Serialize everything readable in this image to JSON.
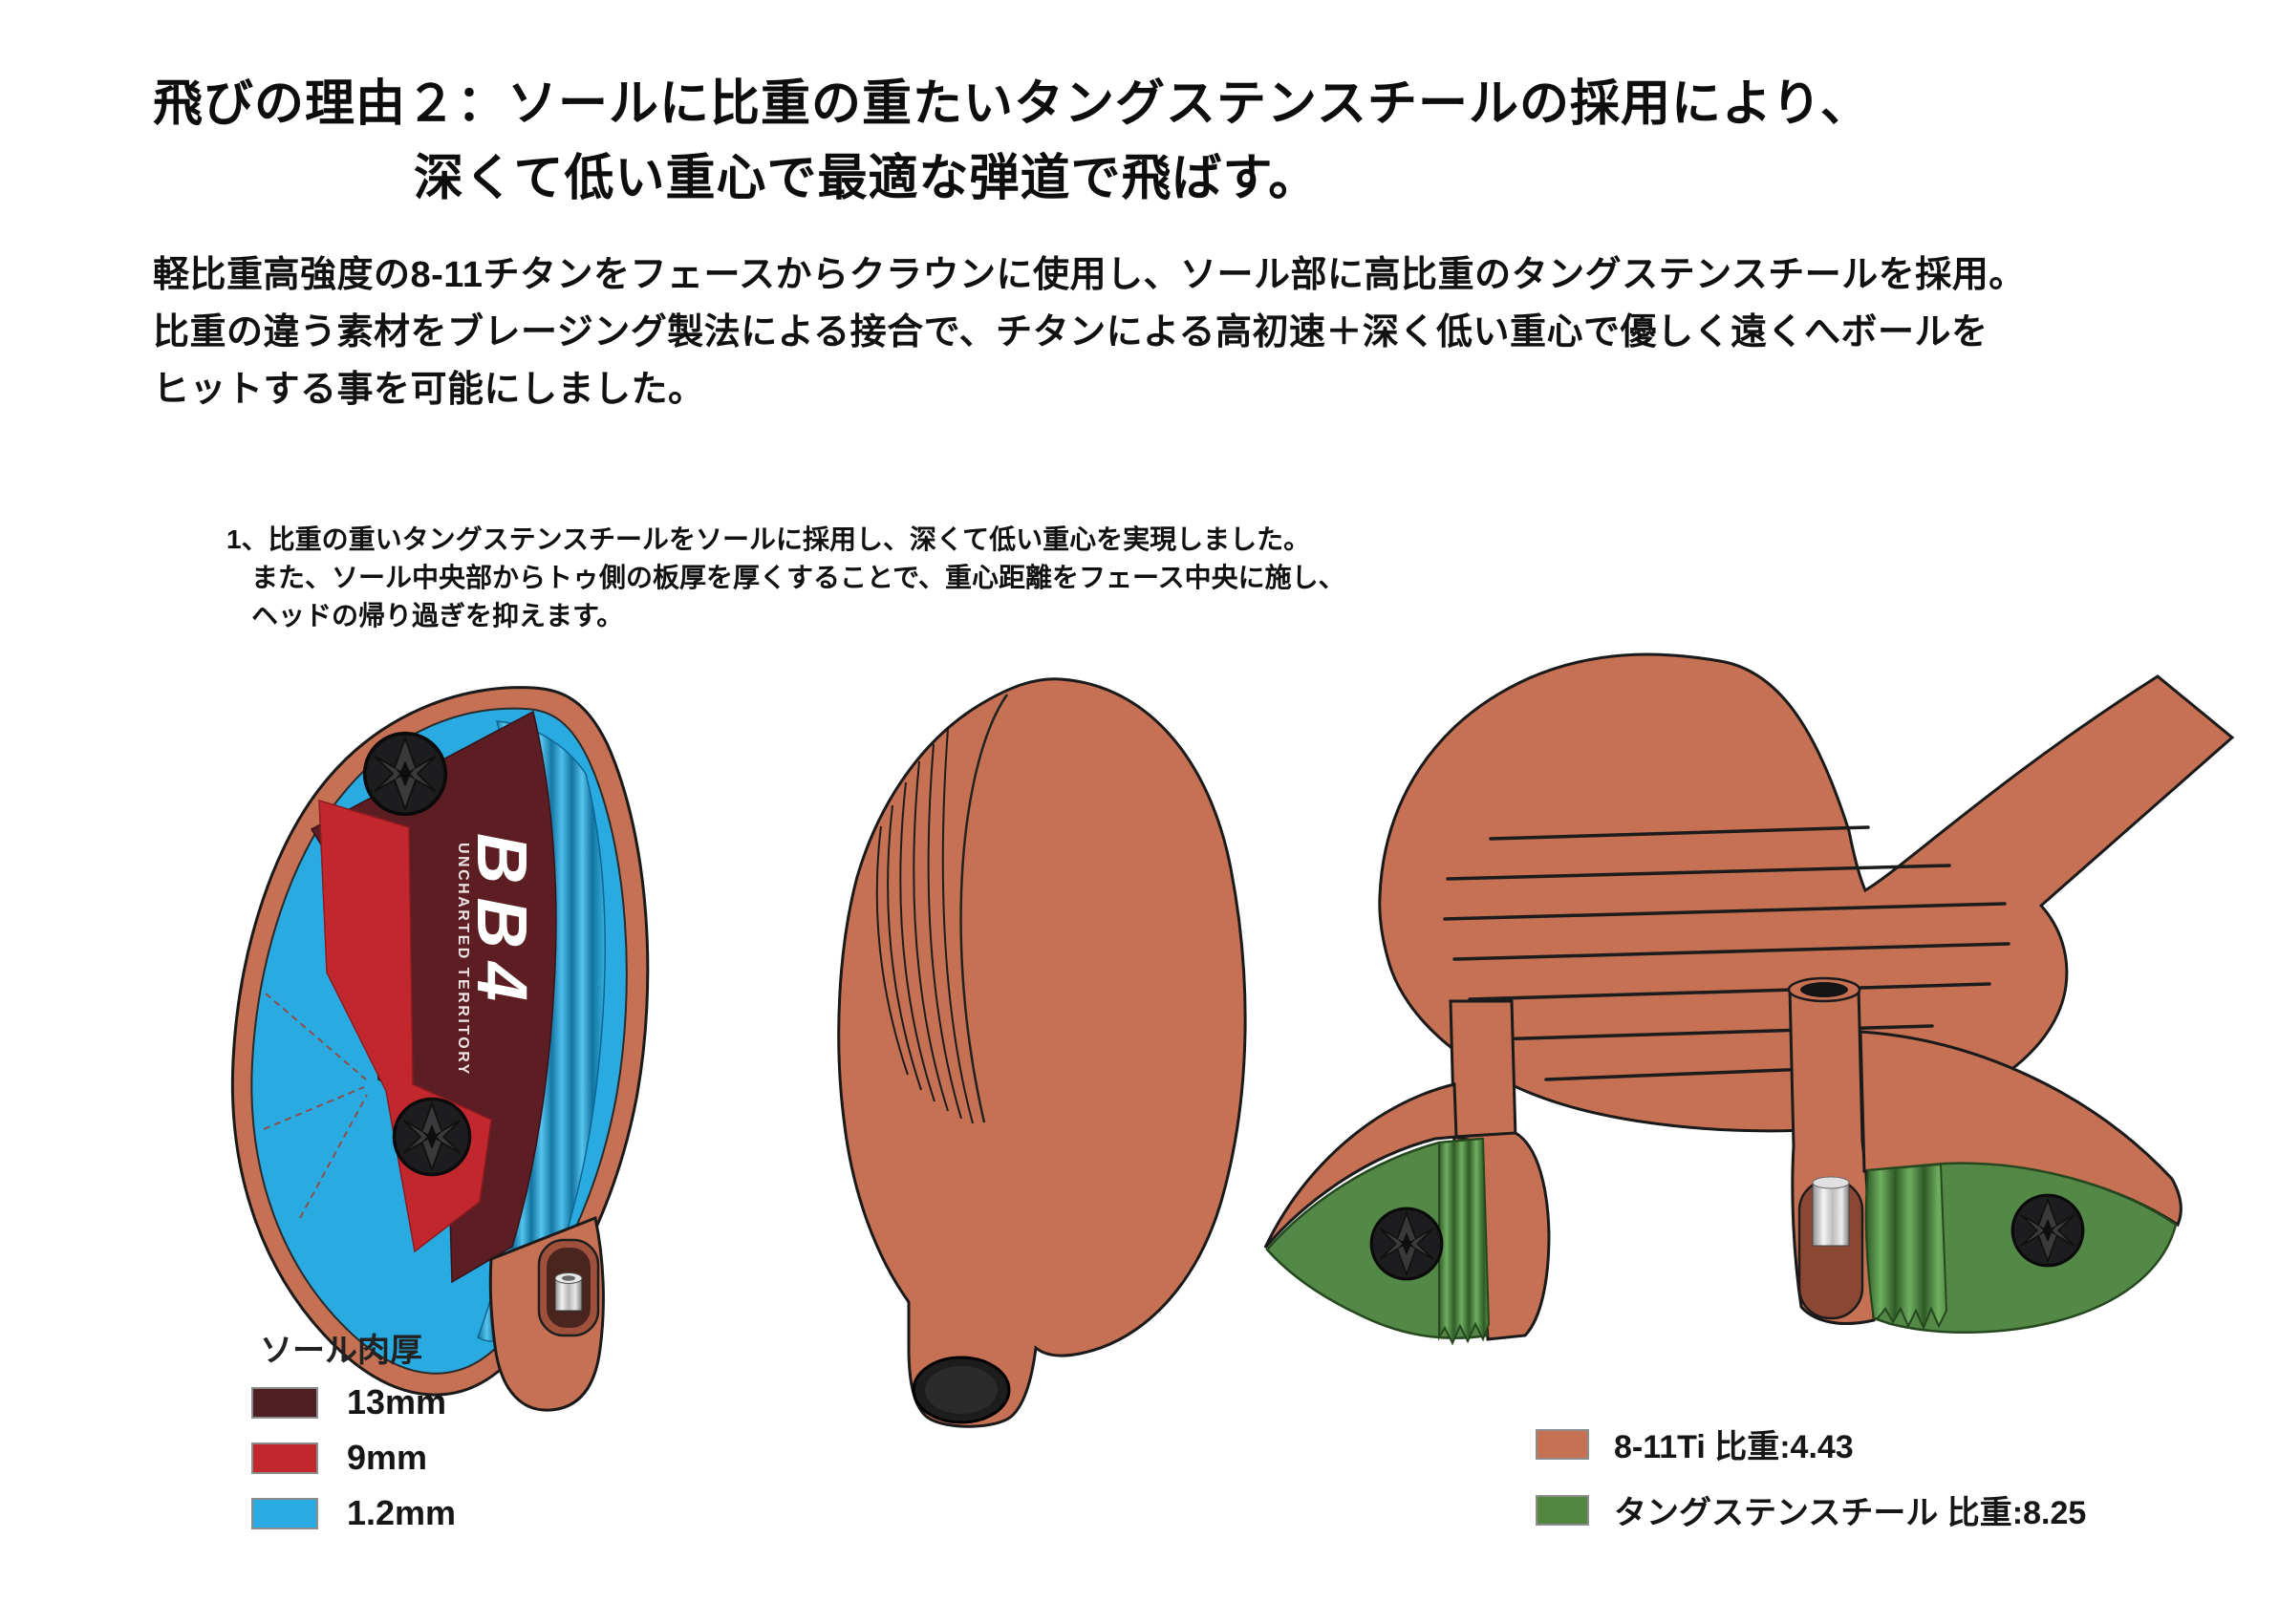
{
  "title": {
    "line1": "飛びの理由２：ソールに比重の重たいタングステンスチールの採用により、",
    "line2": "深くて低い重心で最適な弾道で飛ばす。"
  },
  "intro": {
    "line1": "軽比重高強度の8-11チタンをフェースからクラウンに使用し、ソール部に高比重のタングステンスチールを採用。",
    "line2": "比重の違う素材をブレージング製法による接合で、チタンによる高初速＋深く低い重心で優しく遠くへボールを",
    "line3": "ヒットする事を可能にしました。"
  },
  "note": {
    "line1": "1、比重の重いタングステンスチールをソールに採用し、深くて低い重心を実現しました。",
    "line2": "また、ソール中央部からトゥ側の板厚を厚くすることで、重心距離をフェース中央に施し、",
    "line3": "ヘッドの帰り過ぎを抑えます。"
  },
  "sole_thickness_legend": {
    "title": "ソール肉厚",
    "items": [
      {
        "label": "13mm",
        "color": "#4F1F23"
      },
      {
        "label": "9mm",
        "color": "#C1272D"
      },
      {
        "label": "1.2mm",
        "color": "#29ABE2"
      }
    ]
  },
  "material_legend": {
    "items": [
      {
        "label": "8-11Ti 比重:4.43",
        "color": "#C77154"
      },
      {
        "label": "タングステンスチール 比重:8.25",
        "color": "#53873F"
      }
    ]
  },
  "head_logo": {
    "main": "BB4",
    "sub": "UNCHARTED TERRITORY"
  },
  "colors": {
    "titanium_body": "#C77154",
    "sole_13mm": "#5C1E23",
    "sole_9mm": "#C2272D",
    "crown_1_2mm": "#29ABE2",
    "tungsten": "#548847",
    "outline": "#1a1a1a"
  }
}
